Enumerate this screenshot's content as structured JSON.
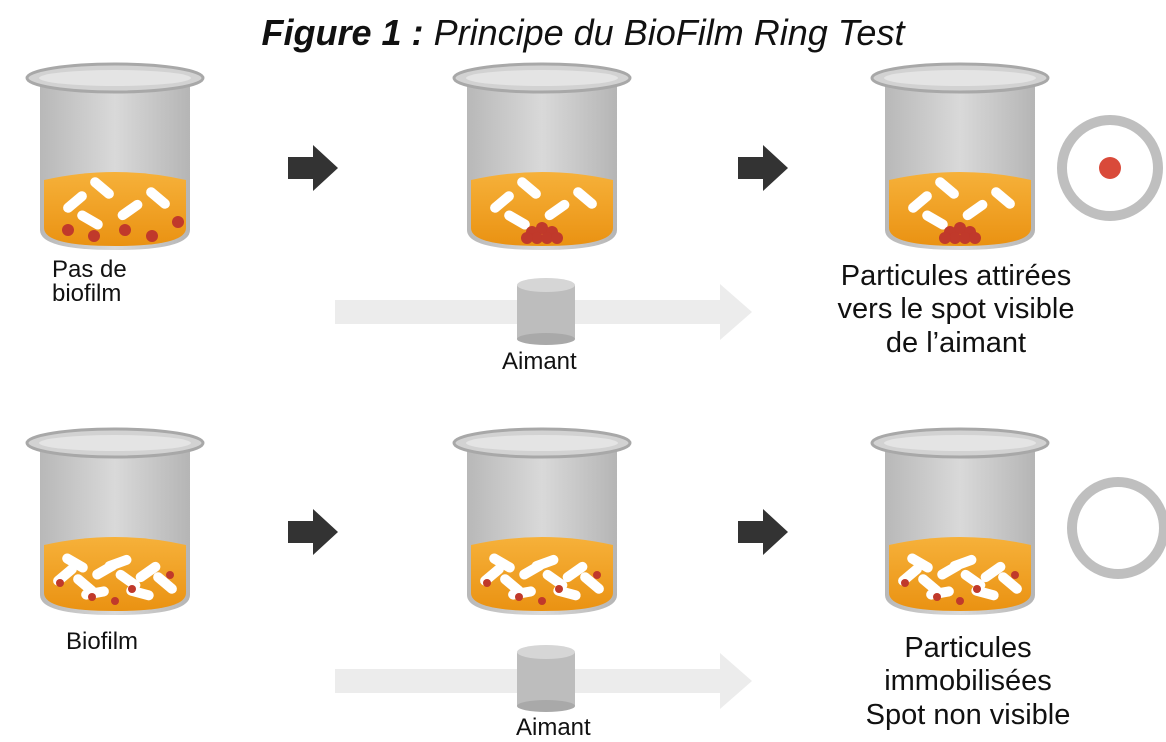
{
  "figure": {
    "title_bold": "Figure 1 :",
    "title_rest": "Principe du BioFilm Ring Test"
  },
  "rows": [
    {
      "state_label_line1": "Pas de",
      "state_label_line2": "biofilm",
      "magnet_label": "Aimant",
      "result_line1": "Particules attirées",
      "result_line2": "vers le spot visible",
      "result_line3": "de l’aimant",
      "spot_visible": true
    },
    {
      "state_label_line1": "Biofilm",
      "magnet_label": "Aimant",
      "result_line1": "Particules",
      "result_line2": "immobilisées",
      "result_line3": "Spot non visible",
      "spot_visible": false
    }
  ],
  "colors": {
    "liquid": "#f0a01e",
    "bacteria": "#ffffff",
    "particle": "#c0392b",
    "cup": "#c9c9c9",
    "arrow": "#333333",
    "magnet": "#bdbdbd",
    "track": "#ececec",
    "ring": "#bfbfbf",
    "spot": "#d94a3a"
  }
}
